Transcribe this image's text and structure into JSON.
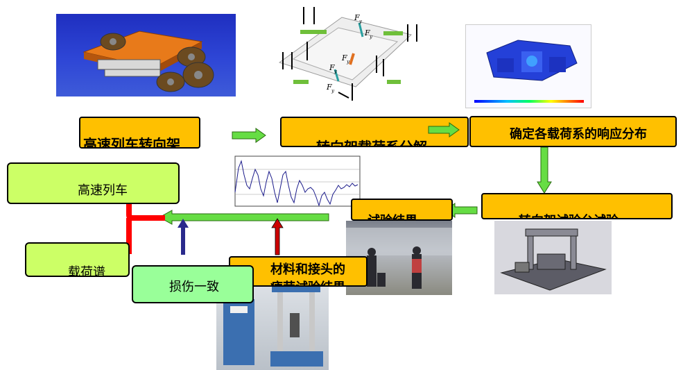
{
  "boxes": {
    "bogie": "高速列车转向架",
    "decompose": "转向架载荷系分解",
    "response": "确定各载荷系的响应分布",
    "test_partial": "转向架试验台试验",
    "result_partial": "试验结果",
    "train": "高速列车",
    "spectrum": "载荷谱",
    "damage": "损伤一致",
    "material_line1": "材料和接头的",
    "material_line2": "疲劳试验结果"
  },
  "force_labels": [
    "F",
    "y",
    "F",
    "y",
    "F",
    "y",
    "F",
    "y",
    "F",
    "y"
  ],
  "colors": {
    "yellow": "#ffc000",
    "green_box": "#ccff66",
    "light_green_box": "#99ff99",
    "arrow_green": "#66dd44",
    "arrow_red": "#cc0000",
    "arrow_navy": "#2a2a8c",
    "bracket_red": "#ff0000"
  }
}
